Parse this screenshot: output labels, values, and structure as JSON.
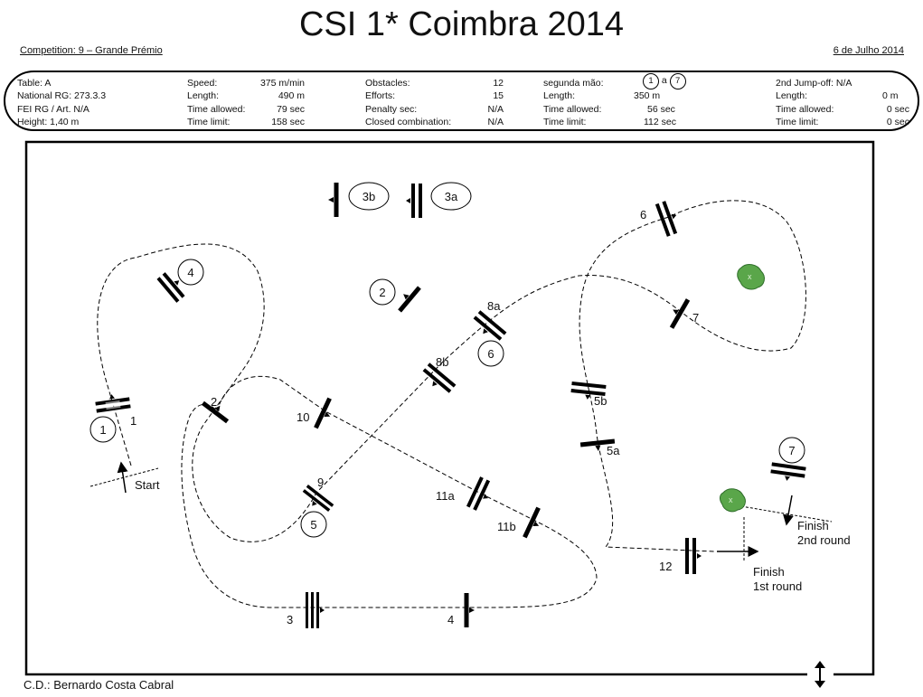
{
  "header": {
    "title": "CSI 1* Coimbra 2014",
    "competition": "Competition: 9 – Grande Prémio",
    "date": "6 de Julho 2014"
  },
  "info": {
    "col1": [
      "Table: A",
      "National RG: 273.3.3",
      "FEI RG / Art. N/A",
      "Height: 1,40 m"
    ],
    "col2": {
      "labels": [
        "Speed:",
        "Length:",
        "Time allowed:",
        "Time limit:"
      ],
      "values": [
        "375 m/min",
        "490 m",
        "79 sec",
        "158 sec"
      ]
    },
    "col3": {
      "labels": [
        "Obstacles:",
        "Efforts:",
        "Penalty sec:",
        "Closed combination:"
      ],
      "values": [
        "12",
        "15",
        "N/A",
        "N/A"
      ]
    },
    "col4": {
      "header_label": "segunda mão:",
      "from": "1",
      "a": "a",
      "to": "7",
      "labels": [
        "Length:",
        "Time allowed:",
        "Time limit:"
      ],
      "values": [
        "350 m",
        "56 sec",
        "112 sec"
      ]
    },
    "col5": {
      "header": "2nd Jump-off: N/A",
      "labels": [
        "Length:",
        "Time allowed:",
        "Time limit:"
      ],
      "values": [
        "0 m",
        "0 sec",
        "0 sec"
      ]
    }
  },
  "course": {
    "labels": {
      "start": "Start",
      "finish1_line1": "Finish",
      "finish1_line2": "1st round",
      "finish2_line1": "Finish",
      "finish2_line2": "2nd round"
    },
    "first_round_numbers": [
      "1",
      "2",
      "3",
      "4",
      "5a",
      "5b",
      "6",
      "7",
      "8a",
      "8b",
      "9",
      "10",
      "11a",
      "11b",
      "12"
    ],
    "second_round_circles": [
      "1",
      "2",
      "3a",
      "3b",
      "4",
      "5",
      "6",
      "7"
    ]
  },
  "footer": {
    "cd": "C.D.: Bernardo Costa Cabral"
  }
}
